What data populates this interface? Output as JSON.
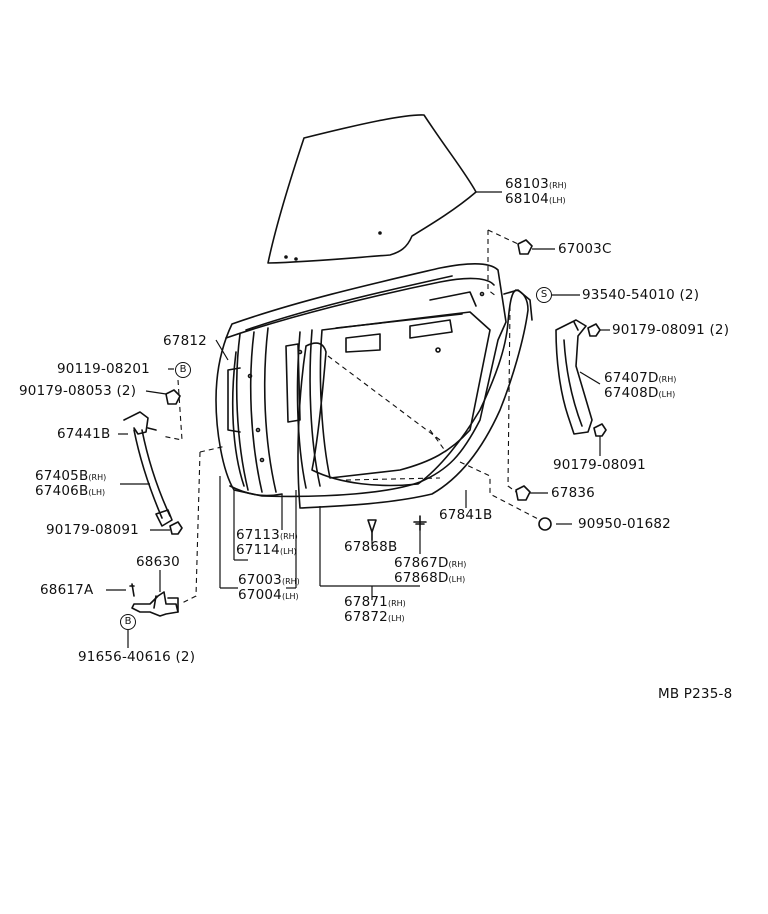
{
  "diagram": {
    "code": "MB P235-8",
    "callouts": {
      "b": "B",
      "s": "S"
    },
    "parts": {
      "p68103": "68103",
      "p68104": "68104",
      "p67003c": "67003C",
      "p93540": "93540-54010 (2)",
      "p67812": "67812",
      "p90179_2": "90179-08091 (2)",
      "p90119": "90119-08201",
      "p90179_08053": "90179-08053 (2)",
      "p67407d": "67407D",
      "p67408d": "67408D",
      "p67441b": "67441B",
      "p67405b": "67405B",
      "p67406b": "67406B",
      "p90179_r": "90179-08091",
      "p67836": "67836",
      "p90179_l": "90179-08091",
      "p67841b": "67841B",
      "p90950": "90950-01682",
      "p67113": "67113",
      "p67114": "67114",
      "p68630": "68630",
      "p67868b": "67868B",
      "p67867d": "67867D",
      "p67868d": "67868D",
      "p67003": "67003",
      "p67004": "67004",
      "p68617a": "68617A",
      "p67871": "67871",
      "p67872": "67872",
      "p91656": "91656-40616 (2)"
    },
    "suffix": {
      "rh": "(RH)",
      "lh": "(LH)"
    }
  }
}
